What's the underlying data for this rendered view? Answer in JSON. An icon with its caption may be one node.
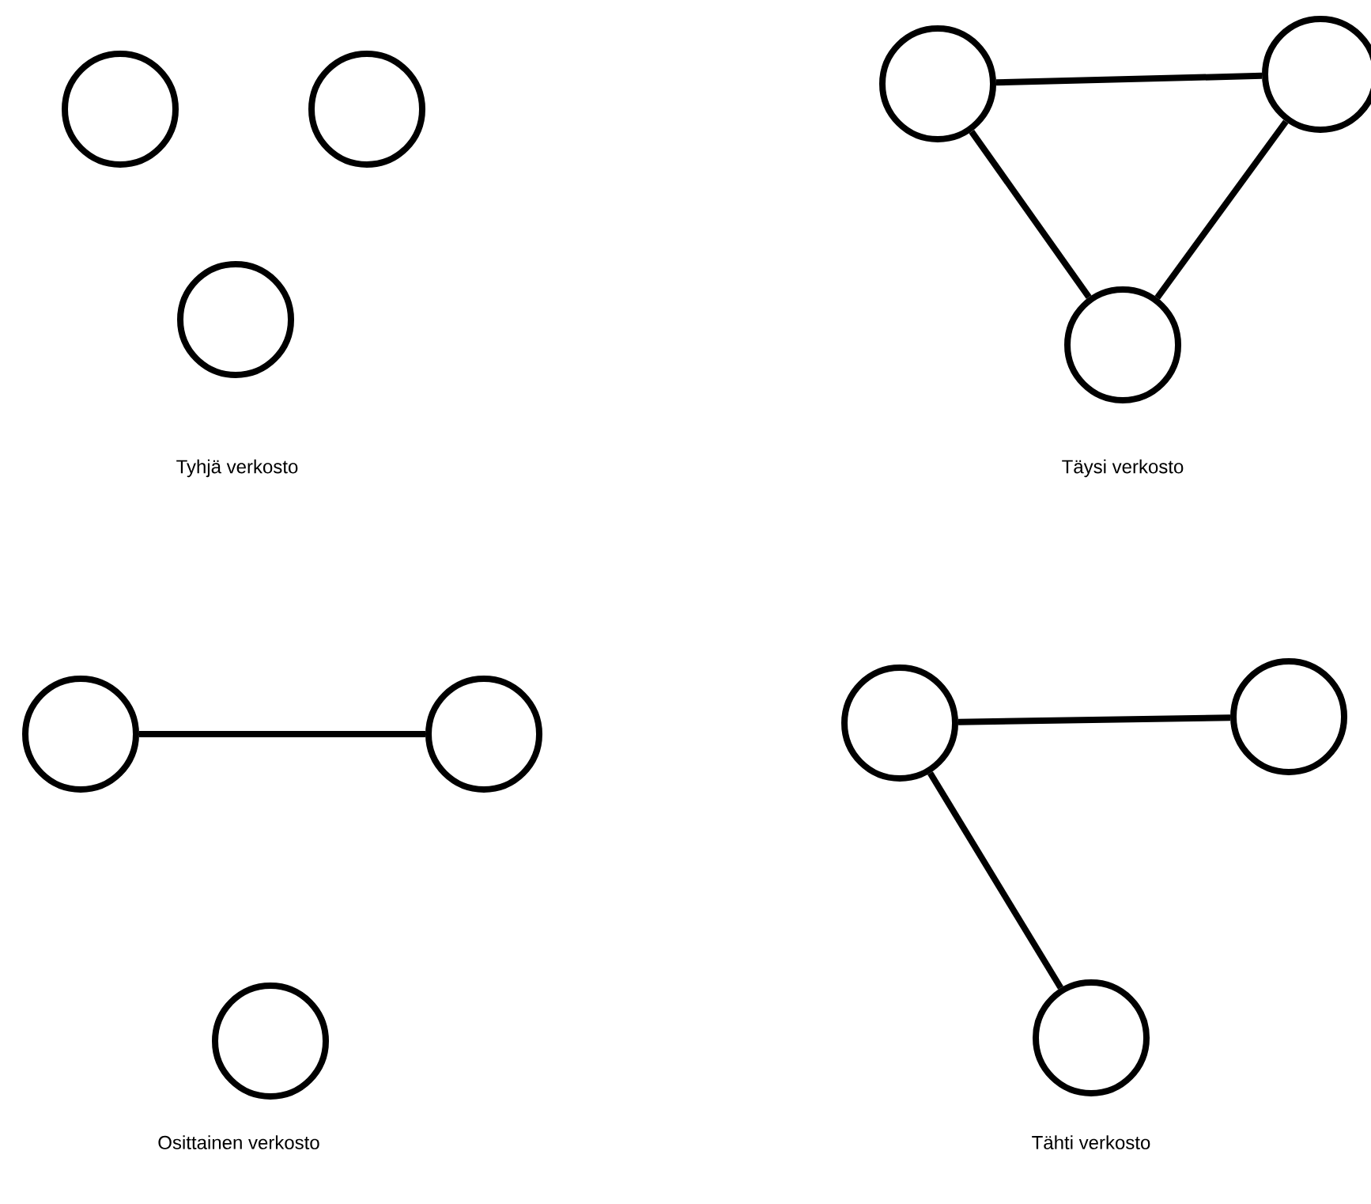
{
  "diagram": {
    "nodes": [
      {
        "text": [],
        "shape": "circle"
      },
      {
        "text": [],
        "shape": "circle"
      },
      {
        "text": [],
        "shape": "circle"
      },
      {
        "text": [],
        "shape": "circle"
      },
      {
        "text": [],
        "shape": "circle"
      },
      {
        "text": [],
        "shape": "circle"
      },
      {
        "text": [],
        "shape": "circle"
      },
      {
        "text": [],
        "shape": "circle"
      },
      {
        "text": [],
        "shape": "circle"
      },
      {
        "text": [],
        "shape": "circle"
      },
      {
        "text": [],
        "shape": "circle"
      },
      {
        "text": [],
        "shape": "circle"
      }
    ],
    "edges": [
      {
        "from": 3,
        "to": 4,
        "arrow": "none"
      },
      {
        "from": 3,
        "to": 5,
        "arrow": "none"
      },
      {
        "from": 4,
        "to": 5,
        "arrow": "none"
      },
      {
        "from": 6,
        "to": 7,
        "arrow": "none"
      },
      {
        "from": 9,
        "to": 10,
        "arrow": "none"
      },
      {
        "from": 9,
        "to": 11,
        "arrow": "none"
      }
    ],
    "labels": [
      "Tyhjä verkosto",
      "Täysi verkosto",
      "Osittainen verkosto",
      "Tähti verkosto"
    ]
  }
}
